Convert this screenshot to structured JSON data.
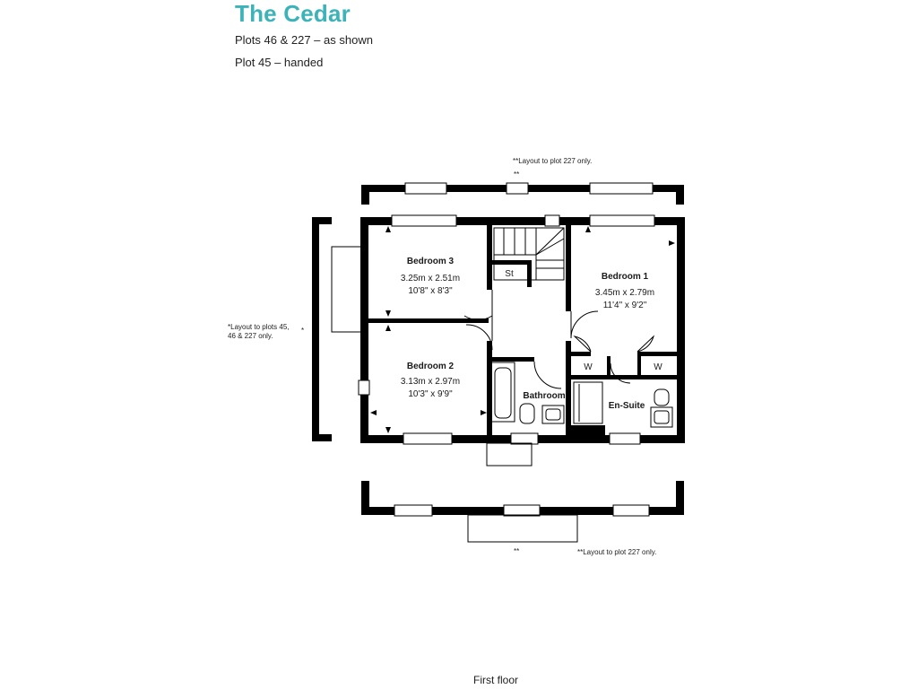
{
  "header": {
    "title": "The Cedar",
    "line1": "Plots 46 & 227 – as shown",
    "line2": "Plot 45 – handed"
  },
  "notes": {
    "top_note": "**Layout to plot 227 only.",
    "top_marker": "**",
    "left_note_line1": "*Layout to plots 45,",
    "left_note_line2": "46 & 227 only.",
    "left_marker": "*",
    "bottom_marker": "**",
    "bottom_note": "**Layout to plot 227 only."
  },
  "rooms": {
    "bedroom3": {
      "name": "Bedroom 3",
      "metric": "3.25m x 2.51m",
      "imperial": "10'8\" x 8'3\""
    },
    "bedroom1": {
      "name": "Bedroom 1",
      "metric": "3.45m x 2.79m",
      "imperial": "11'4\" x 9'2\""
    },
    "bedroom2": {
      "name": "Bedroom 2",
      "metric": "3.13m x 2.97m",
      "imperial": "10'3\" x 9'9\""
    },
    "bathroom": {
      "name": "Bathroom"
    },
    "ensuite": {
      "name": "En-Suite"
    },
    "store": {
      "name": "St"
    },
    "wardrobe_a": {
      "name": "W"
    },
    "wardrobe_b": {
      "name": "W"
    }
  },
  "caption": "First floor",
  "colors": {
    "title": "#3bb3b8",
    "walls": "#000000"
  }
}
